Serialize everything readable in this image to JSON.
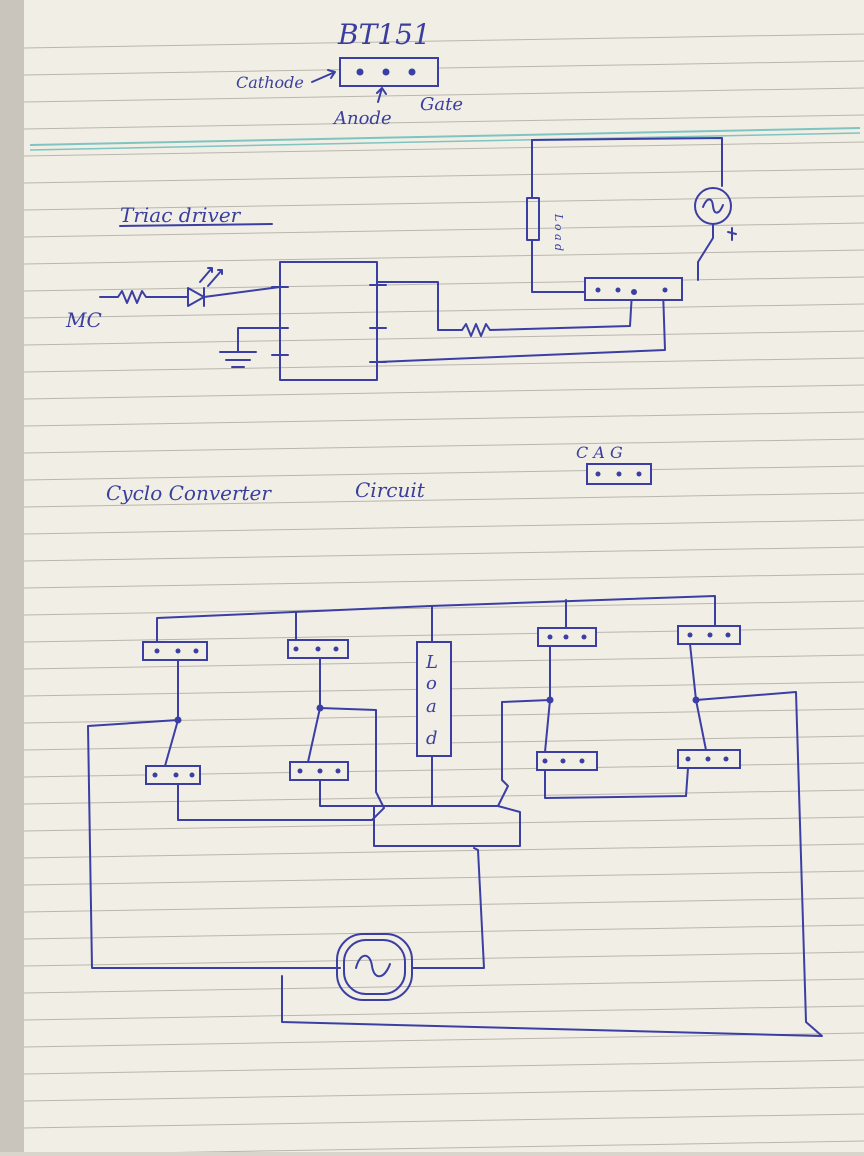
{
  "labels": {
    "bt151": "BT151",
    "cathode": "Cathode",
    "anode": "Anode",
    "gate": "Gate",
    "triac_driver": "Triac driver",
    "mc": "MC",
    "load_top": [
      "L",
      "o",
      "a",
      "d"
    ],
    "cag": "C  A  G",
    "cyclo_converter": "Cyclo Converter",
    "circuit": "Circuit",
    "load_main": [
      "L",
      "o",
      "a",
      "d"
    ]
  },
  "icons": {
    "ac_source": "ac-sine-icon",
    "resistor": "resistor-zigzag-icon",
    "led": "led-diode-icon",
    "ground": "ground-icon",
    "scr": "scr-package-icon"
  },
  "colors": {
    "ink": "#3b3fa3",
    "paper": "#f1eee6",
    "rule": "#b9b6ae",
    "margin": "#7fc4c0"
  }
}
